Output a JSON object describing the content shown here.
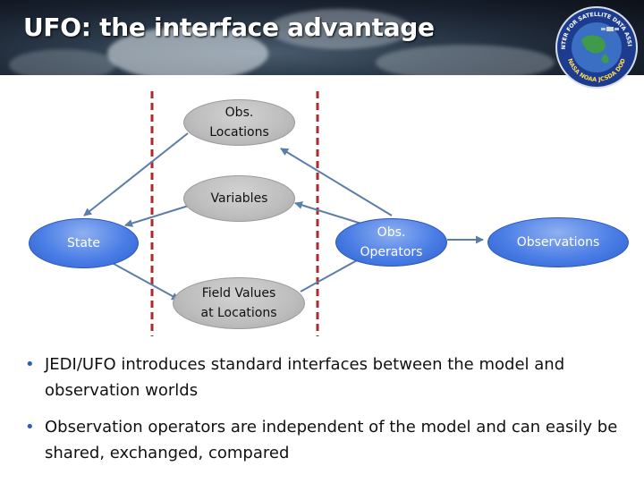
{
  "slide": {
    "title": "UFO: the interface advantage"
  },
  "colors": {
    "gray_node": "#bdbdbd",
    "blue_node": "#4b7ee6",
    "arrow": "#5b7ea8",
    "divider": "#b02a2a",
    "header_bg": "#1a2230"
  },
  "logo": {
    "top_text": "JOINT CENTER FOR SATELLITE DATA ASSIMILATION",
    "bottom_text": "NASA NOAA JCSDA DOD"
  },
  "diagram": {
    "nodes": {
      "obs_locations": {
        "line1": "Obs.",
        "line2": "Locations"
      },
      "variables": {
        "label": "Variables"
      },
      "state": {
        "label": "State"
      },
      "obs_operators": {
        "line1": "Obs.",
        "line2": "Operators"
      },
      "observations": {
        "label": "Observations"
      },
      "field_values": {
        "line1": "Field Values",
        "line2": "at Locations"
      }
    }
  },
  "bullets": [
    "JEDI/UFO introduces standard interfaces between the model and observation worlds",
    "Observation operators are independent of the model and can easily be shared, exchanged, compared"
  ]
}
